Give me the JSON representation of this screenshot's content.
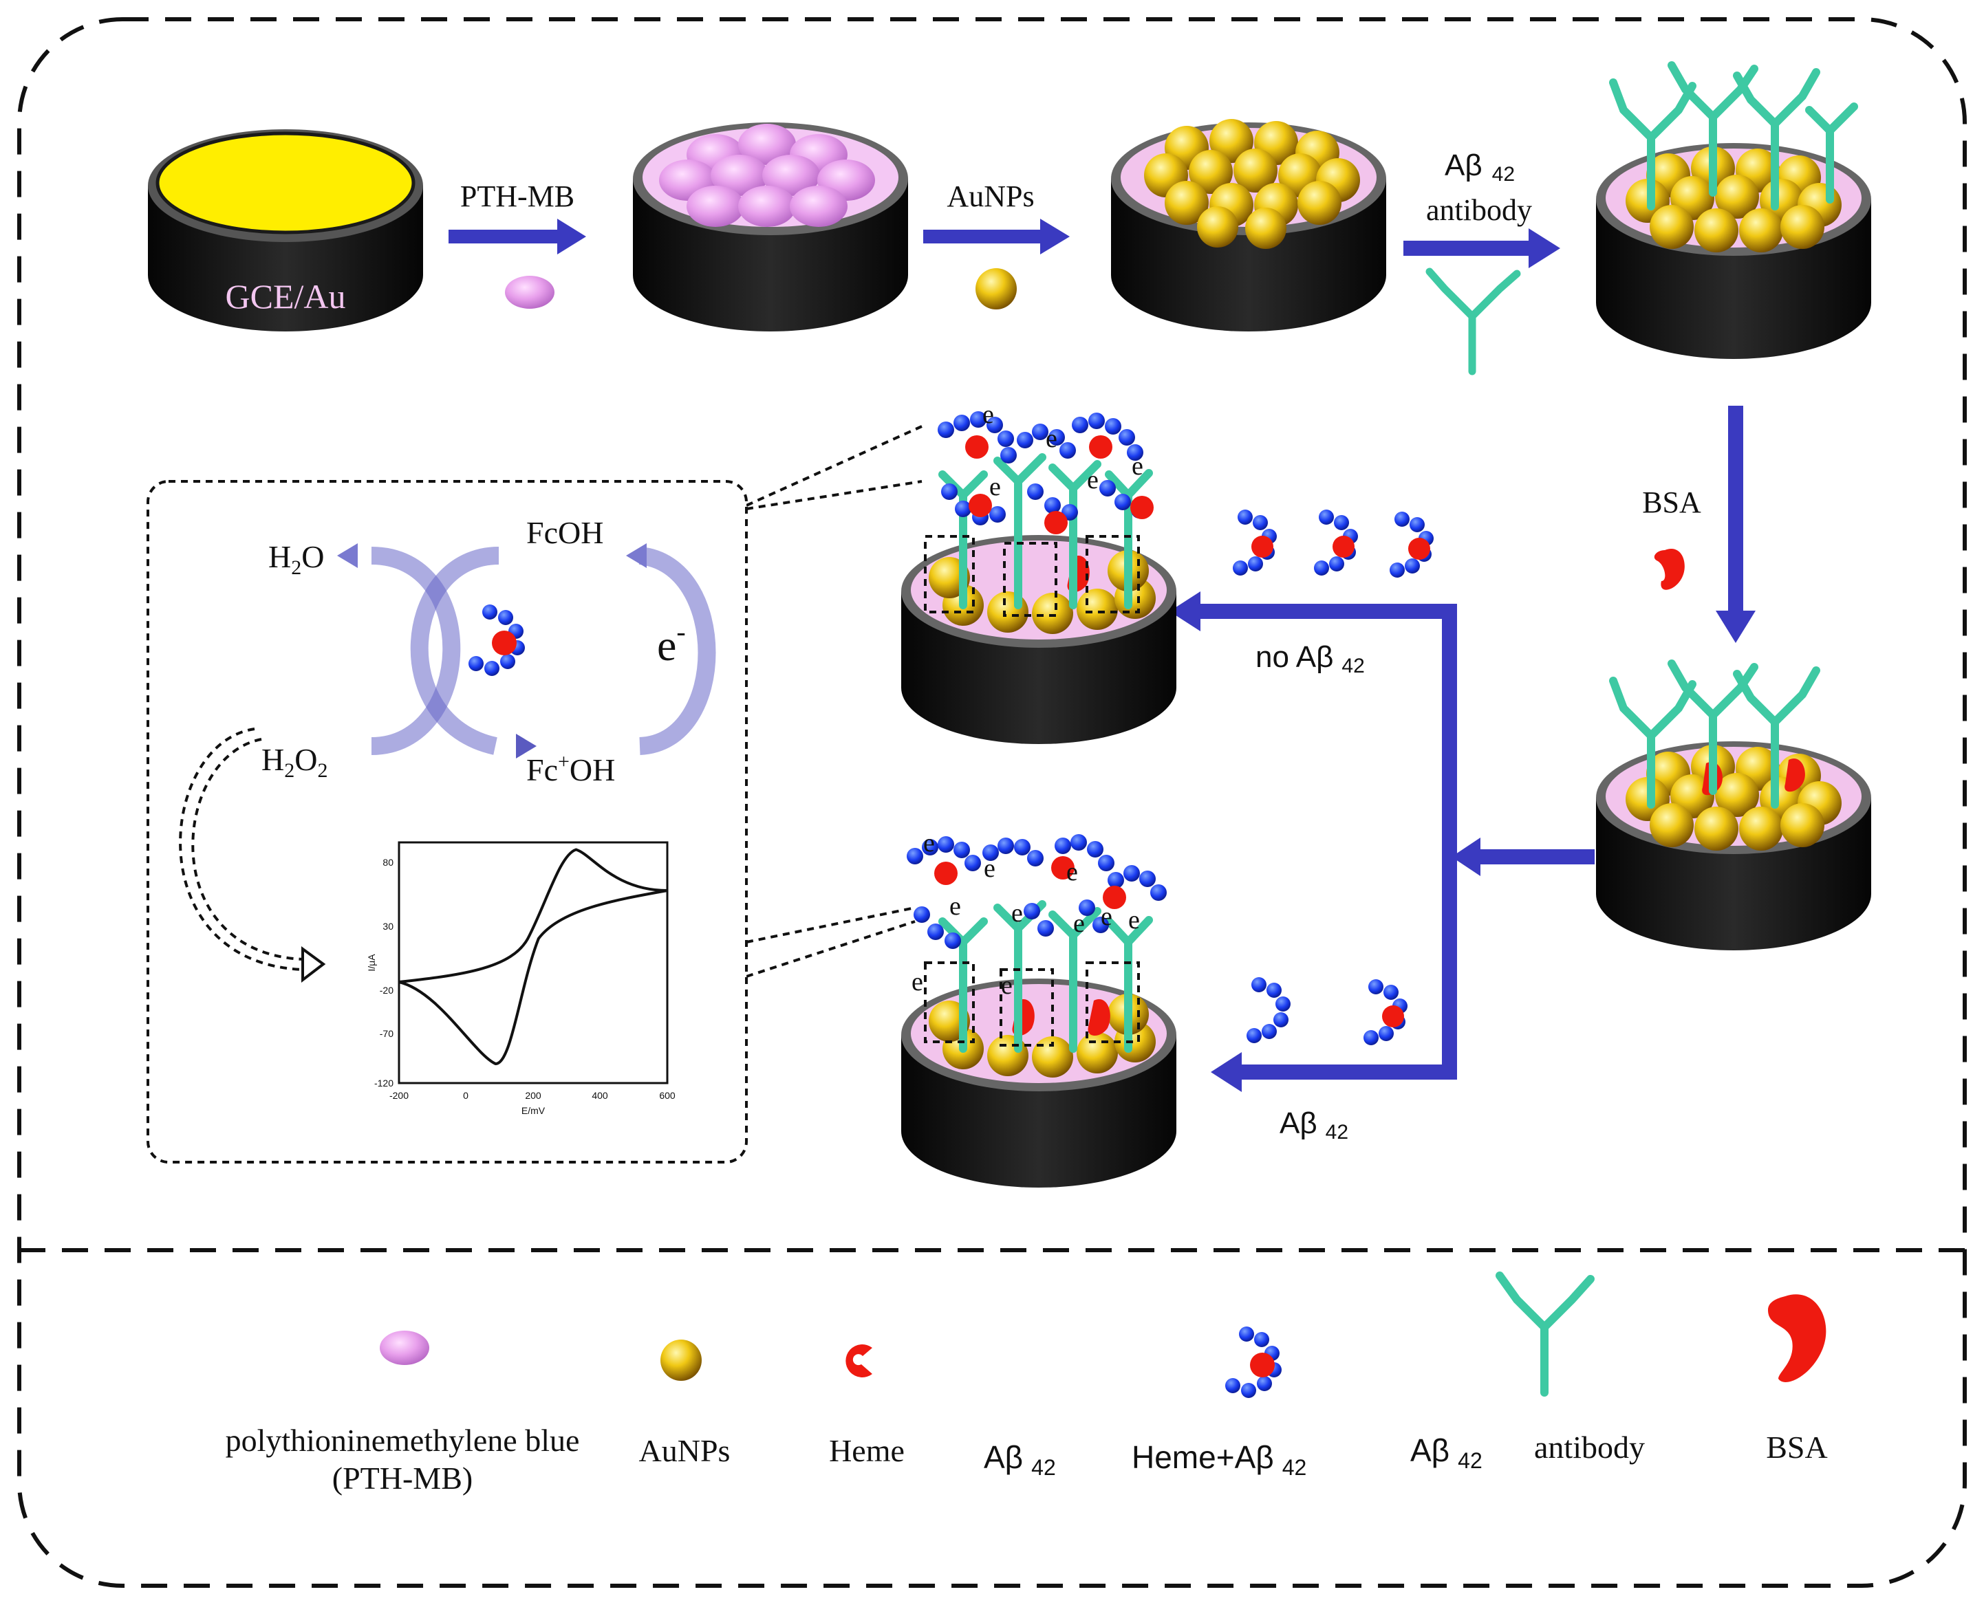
{
  "electrode_label": "GCE/Au",
  "steps": {
    "pth_mb": "PTH-MB",
    "aunps": "AuNPs",
    "antibody_line1": "Aβ",
    "antibody_sub": "42",
    "antibody_line2": "antibody",
    "bsa": "BSA",
    "no_abeta": "no Aβ",
    "no_abeta_sub": "42",
    "abeta": "Aβ",
    "abeta_sub": "42"
  },
  "cycle": {
    "h2o": "H",
    "h2o_sub": "2",
    "h2o_tail": "O",
    "fcoh": "FcOH",
    "electron": "e",
    "electron_sup": "-",
    "h2o2": "H",
    "h2o2_sub1": "2",
    "h2o2_mid": "O",
    "h2o2_sub2": "2",
    "fcplus": "Fc",
    "fcplus_sup": "+",
    "fcplus_tail": "OH"
  },
  "electron_marks": [
    "e",
    "e",
    "e",
    "e",
    "e",
    "e",
    "e",
    "e",
    "e",
    "e",
    "e",
    "e",
    "e",
    "e",
    "e"
  ],
  "inset_plot": {
    "xlabel": "E/mV",
    "ylabel": "I/μA",
    "xticks": [
      "-200",
      "0",
      "200",
      "400",
      "600"
    ],
    "yticks": [
      "80",
      "30",
      "-20",
      "-70",
      "-120"
    ]
  },
  "legend": {
    "pth_line1": "polythioninemethylene blue",
    "pth_line2": "(PTH-MB)",
    "aunps": "AuNPs",
    "heme": "Heme",
    "abeta": "Aβ",
    "abeta_sub": "42",
    "heme_abeta": "Heme+Aβ",
    "heme_abeta_sub": "42",
    "antibody_abeta": "Aβ",
    "antibody_sub": "42",
    "antibody_word": "antibody",
    "bsa": "BSA"
  },
  "colors": {
    "electrode_body": "#141414",
    "gold_surface": "#ffee00",
    "pth_pink": "#e49ae8",
    "gold_particle": "#e2b20a",
    "antibody_green": "#3ec9a3",
    "heme_red": "#ee1a10",
    "abeta_blue": "#1a3cf0",
    "arrow_blue": "#3a3ac0",
    "cycle_arrow": "#7070cc"
  }
}
